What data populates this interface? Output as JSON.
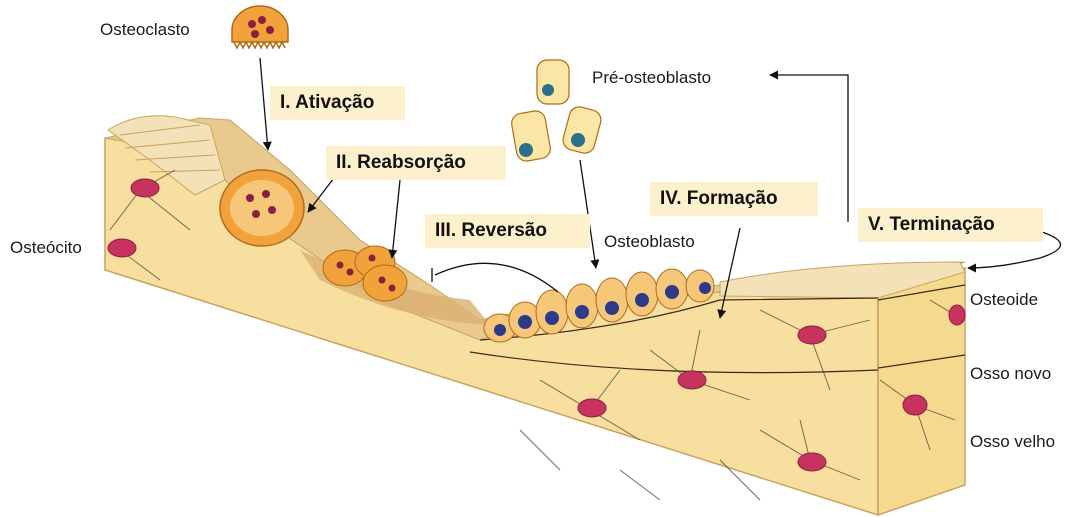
{
  "labels": {
    "osteoclasto": "Osteoclasto",
    "osteocito": "Osteócito",
    "pre_osteoblasto": "Pré-osteoblasto",
    "osteoblasto": "Osteoblasto",
    "osteoide": "Osteoide",
    "osso_novo": "Osso novo",
    "osso_velho": "Osso velho"
  },
  "stages": {
    "ativacao": "I. Ativação",
    "reabsorcao": "II. Reabsorção",
    "reversao": "III. Reversão",
    "formacao": "IV. Formação",
    "terminacao": "V. Terminação"
  },
  "colors": {
    "bone_top": "#e9c98e",
    "bone_front": "#f6df9f",
    "osteoid": "#f3e2b8",
    "osteocyte": "#c8325e",
    "osteoclast": "#f2a23a",
    "osteoblast_nucleus": "#2d3a8c",
    "preosteoblast_nucleus": "#2d6f8c",
    "stage_box": "#fdf0cc"
  }
}
